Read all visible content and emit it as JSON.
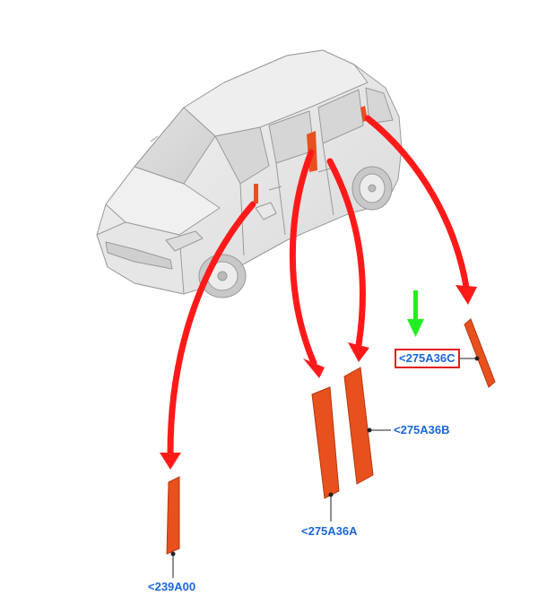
{
  "colors": {
    "arrow_red": "#ff1a1a",
    "part_orange": "#e8501e",
    "highlight_green": "#22ee22",
    "label_blue": "#1a66d9",
    "highlight_box": "#e31b1b"
  },
  "icons": {
    "vehicle": "car-outline-icon",
    "highlight": "down-arrow-icon"
  },
  "parts": [
    {
      "id": "p1",
      "label": "<239A00"
    },
    {
      "id": "p2",
      "label": "<275A36A"
    },
    {
      "id": "p3",
      "label": "<275A36B"
    },
    {
      "id": "p4",
      "label": "<275A36C",
      "highlighted": true
    }
  ]
}
